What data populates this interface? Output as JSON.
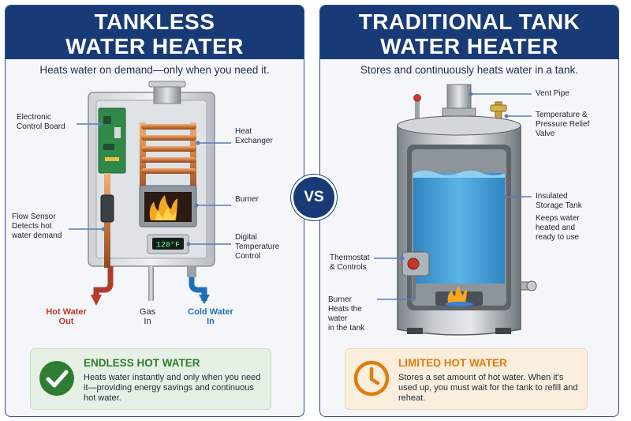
{
  "tankless": {
    "title_line1": "TANKLESS",
    "title_line2": "WATER HEATER",
    "subtitle": "Heats water on demand—only when you need it.",
    "display_readout": "120°F",
    "labels": {
      "control_board": [
        "Electronic",
        "Control Board"
      ],
      "heat_exchanger": [
        "Heat",
        "Exchanger"
      ],
      "burner": [
        "Burner"
      ],
      "flow_sensor": [
        "Flow Sensor",
        "Detects hot",
        "water demand"
      ],
      "digital_control": [
        "Digital",
        "Temperature",
        "Control"
      ],
      "hot_water_out": [
        "Hot Water",
        "Out"
      ],
      "gas_in": [
        "Gas",
        "In"
      ],
      "cold_water_in": [
        "Cold Water",
        "In"
      ]
    },
    "benefit": {
      "title": "ENDLESS HOT WATER",
      "body": "Heats water instantly and only when you need it—providing energy savings and continuous hot water."
    }
  },
  "tank": {
    "title_line1": "TRADITIONAL TANK",
    "title_line2": "WATER HEATER",
    "subtitle": "Stores and continuously heats water in a tank.",
    "labels": {
      "vent_pipe": [
        "Vent Pipe"
      ],
      "relief_valve": [
        "Temperature &",
        "Pressure Relief",
        "Valve"
      ],
      "storage_tank": [
        "Insulated",
        "Storage Tank"
      ],
      "keeps_heated": [
        "Keeps water",
        "heated and",
        "ready to use"
      ],
      "thermostat": [
        "Thermostat",
        "& Controls"
      ],
      "burner": [
        "Burner",
        "Heats the water",
        "in the tank"
      ]
    },
    "limit": {
      "title": "LIMITED HOT WATER",
      "body": "Stores a set amount of hot water. When it's used up, you must wait for the tank to refill and reheat."
    }
  },
  "vs_label": "VS",
  "colors": {
    "navy": "#183b78",
    "hot": "#c0392b",
    "cold": "#1f6fb8",
    "green": "#2e7d32",
    "orange": "#e07b10",
    "water": "#3d9fd6"
  },
  "icons": {
    "benefit": "checkmark-icon",
    "limit": "clock-icon"
  }
}
